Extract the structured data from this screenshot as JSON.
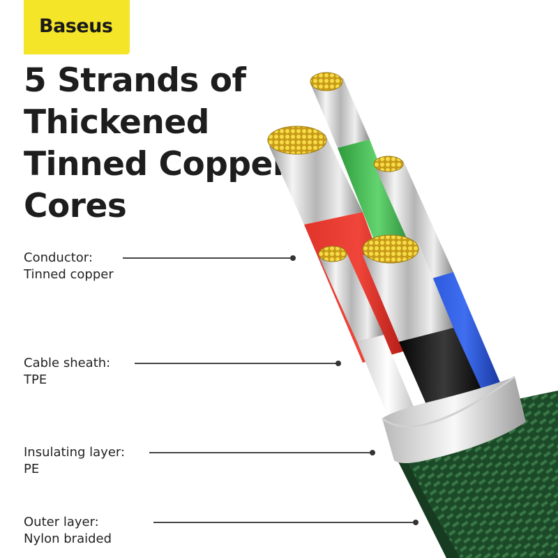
{
  "brand": {
    "logo_text": "Baseus",
    "logo_color": "#f5e528"
  },
  "headline": {
    "lines": [
      "5 Strands of",
      "Thickened",
      "Tinned Copper",
      "Cores"
    ]
  },
  "callouts": [
    {
      "title": "Conductor:",
      "value": "Tinned copper"
    },
    {
      "title": "Cable sheath:",
      "value": "TPE"
    },
    {
      "title": "Insulating layer:",
      "value": "PE"
    },
    {
      "title": "Outer layer:",
      "value": "Nylon braided"
    }
  ],
  "colors": {
    "core_red": "#d9231b",
    "core_green": "#39b54a",
    "core_blue": "#1f49c9",
    "core_white": "#e8e8e8",
    "core_black": "#111111",
    "braid_green": "#1e4d2b",
    "tin_yellow": "#f0d23c"
  }
}
